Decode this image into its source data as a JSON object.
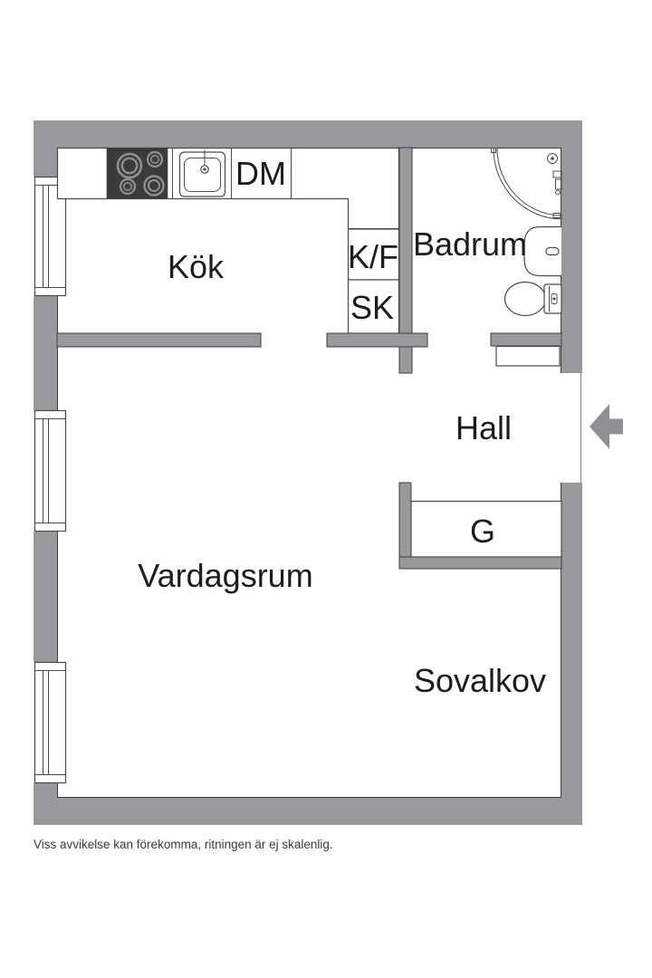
{
  "colors": {
    "background": "#FFFFFF",
    "wall": "#97999C",
    "outline": "#3E3E3E",
    "fixture": "#4B4B4B",
    "label": "#1C1C1C",
    "stove": "#3B3B3B",
    "stove_ring": "#909090",
    "arrow": "#8E9093",
    "door_line": "#9B9DA0",
    "footer_text": "#3A3A3A"
  },
  "rooms": {
    "kitchen": {
      "label": "Kök"
    },
    "bathroom": {
      "label": "Badrum"
    },
    "hall": {
      "label": "Hall"
    },
    "living_room": {
      "label": "Vardagsrum"
    },
    "sleeping_alcove": {
      "label": "Sovalkov"
    }
  },
  "closets": {
    "dishwasher": {
      "label": "DM"
    },
    "fridge_freezer": {
      "label": "K/F"
    },
    "cleaning_closet": {
      "label": "SK"
    },
    "wardrobe": {
      "label": "G"
    }
  },
  "footer": {
    "disclaimer": "Viss avvikelse kan förekomma, ritningen är ej skalenlig."
  }
}
